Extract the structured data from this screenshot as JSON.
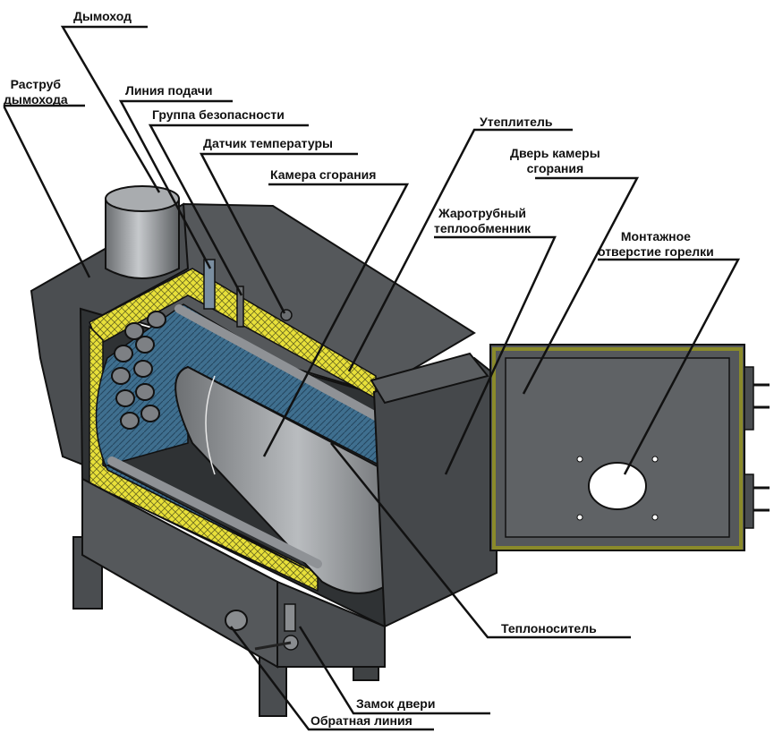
{
  "labels": {
    "chimney": "Дымоход",
    "chimney_socket": "Раструб\nдымохода",
    "chimney_socket_l1": "Раструб",
    "chimney_socket_l2": "дымохода",
    "supply_line": "Линия подачи",
    "safety_group": "Группа безопасности",
    "temp_sensor": "Датчик температуры",
    "combustion_chamber": "Камера сгорания",
    "insulation": "Утеплитель",
    "door_l1": "Дверь камеры",
    "door_l2": "сгорания",
    "heat_exchanger_l1": "Жаротрубный",
    "heat_exchanger_l2": "теплообменник",
    "burner_hole_l1": "Монтажное",
    "burner_hole_l2": "отверстие горелки",
    "coolant": "Теплоноситель",
    "door_lock": "Замок двери",
    "return_line": "Обратная линия"
  },
  "colors": {
    "body": "#55585b",
    "body_dark": "#3f4244",
    "insulation": "#e8e03a",
    "water_jacket": "#3f6f8f",
    "door_edge": "#8a8a2a"
  }
}
